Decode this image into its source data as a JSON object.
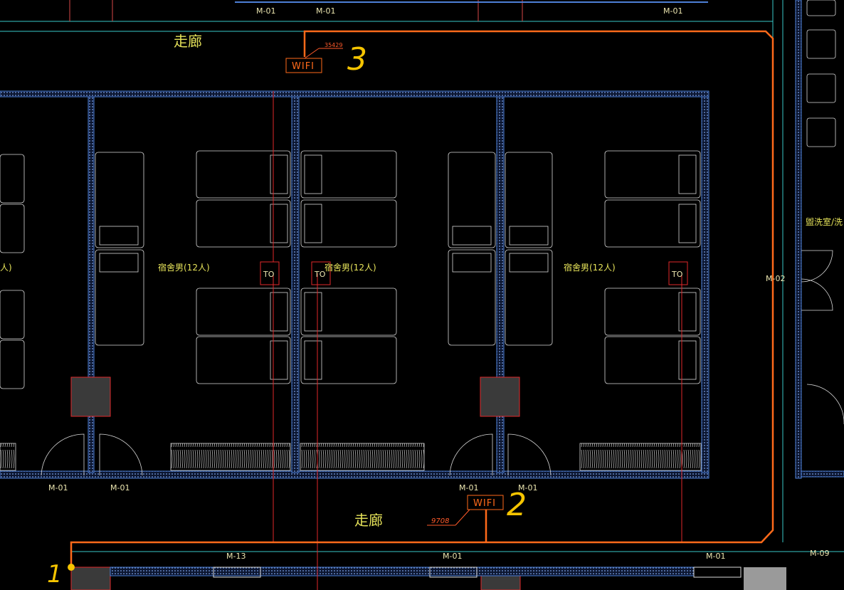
{
  "corridor_labels": [
    "走廊",
    "走廊"
  ],
  "room_labels": [
    "人)",
    "宿舍男(12人)",
    "宿舍男(12人)",
    "宿舍男(12人)"
  ],
  "washroom_label": "盥洗室/洗",
  "door_labels_top": [
    "M-01",
    "M-01",
    "M-01"
  ],
  "door_labels_mid": [
    "M-01",
    "M-01",
    "M-01",
    "M-01"
  ],
  "door_label_side": "M-02",
  "door_labels_bottom": [
    "M-13",
    "M-01",
    "M-01",
    "M-09"
  ],
  "wifi_points": [
    {
      "label": "WIFI",
      "cable_length": "35429",
      "marker": "3"
    },
    {
      "label": "WIFI",
      "cable_length": "9708",
      "marker": "2"
    }
  ],
  "outlet_label": "TO",
  "start_marker": "1",
  "colors": {
    "wall": "#4d7fd6",
    "cable": "#ff6a1a",
    "riser": "#e0282a",
    "furniture": "#d8d8d8",
    "text": "#e6e35a",
    "annotation": "#f5c400"
  }
}
